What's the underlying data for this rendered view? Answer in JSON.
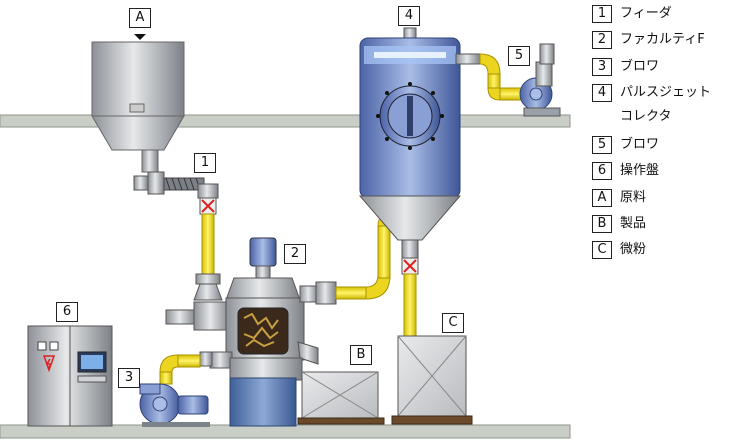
{
  "callouts": {
    "A": "A",
    "B": "B",
    "C": "C",
    "n1": "1",
    "n2": "2",
    "n3": "3",
    "n4": "4",
    "n5": "5",
    "n6": "6"
  },
  "legend": [
    {
      "key": "1",
      "text": "フィーダ"
    },
    {
      "key": "2",
      "text": "ファカルティF"
    },
    {
      "key": "3",
      "text": "ブロワ"
    },
    {
      "key": "4",
      "text": "パルスジェット"
    },
    {
      "key": "",
      "text": "コレクタ"
    },
    {
      "key": "5",
      "text": "ブロワ"
    },
    {
      "key": "6",
      "text": "操作盤"
    },
    {
      "key": "A",
      "text": "原料"
    },
    {
      "key": "B",
      "text": "製品"
    },
    {
      "key": "C",
      "text": "微粉"
    }
  ],
  "colors": {
    "floor": "#c9cfc6",
    "pipe": "#f4e21a",
    "vessel": "#7f97c9",
    "steel": "#b8bcc2",
    "base": "#5d80b8"
  }
}
